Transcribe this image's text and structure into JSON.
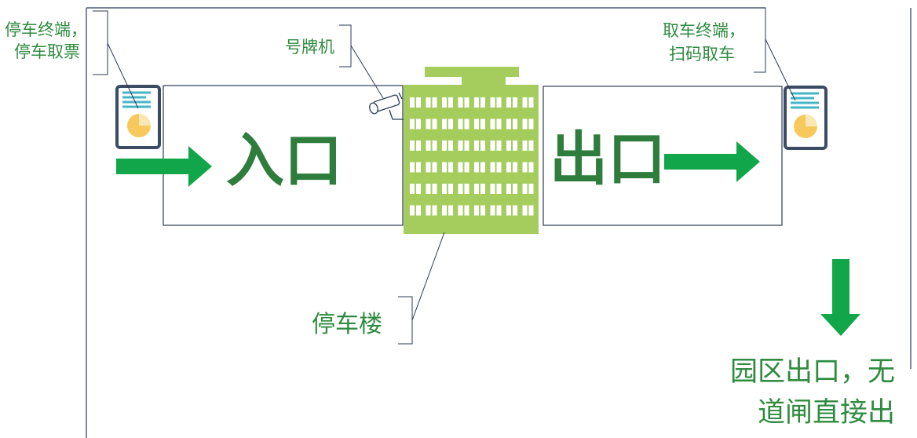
{
  "labels": {
    "park_terminal_line1": "停车终端，",
    "park_terminal_line2": "停车取票",
    "plate_reader": "号牌机",
    "pickup_terminal_line1": "取车终端，",
    "pickup_terminal_line2": "扫码取车",
    "parking_building": "停车楼",
    "park_exit_line1": "园区出口，无",
    "park_exit_line2": "道闸直接出"
  },
  "signs": {
    "entrance": "入口",
    "exit": "出口"
  },
  "colors": {
    "label_green": "#2e8b3f",
    "sign_green": "#2e7d3c",
    "arrow_green": "#12a64a",
    "building_green": "#a5cd5e",
    "terminal_frame": "#3a4b63",
    "terminal_lines": "#46b6c6",
    "terminal_pie": "#f7c95c",
    "outline": "#2b3a55"
  },
  "icons": {
    "terminal": "kiosk-icon",
    "camera": "camera-icon",
    "building": "building-icon",
    "arrow": "arrow-icon"
  }
}
